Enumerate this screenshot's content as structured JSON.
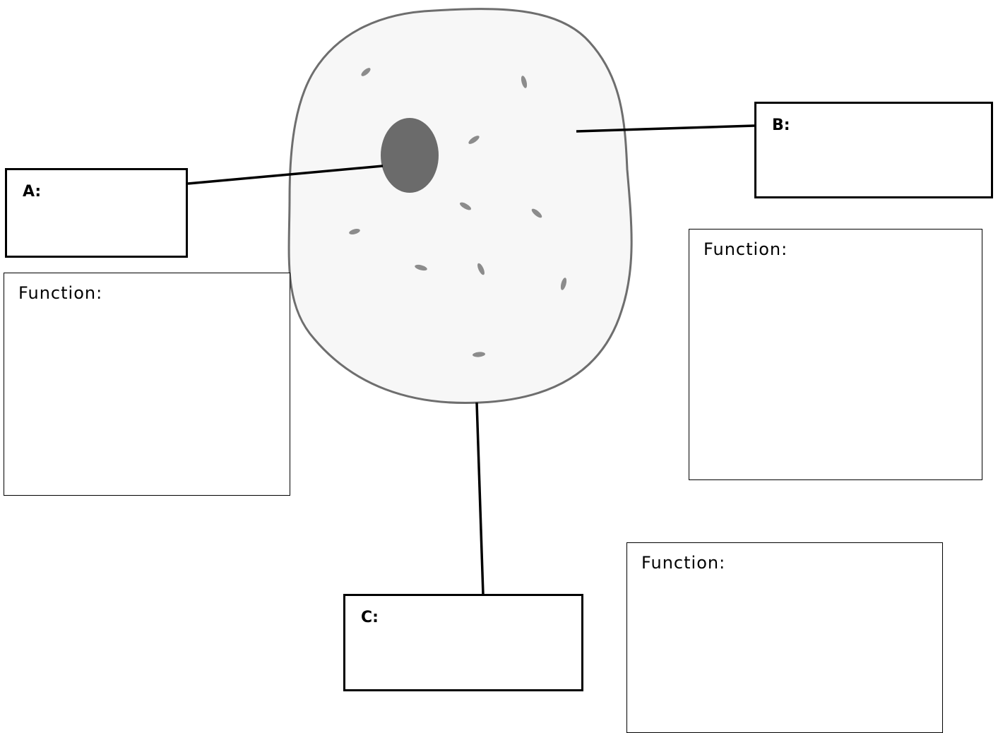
{
  "labels": {
    "a": "A:",
    "b": "B:",
    "c": "C:"
  },
  "function_boxes": {
    "a": "Function:",
    "b": "Function:",
    "c": "Function:"
  },
  "colors": {
    "cell_fill": "#f7f7f7",
    "cell_outline": "#6e6e6e",
    "nucleus": "#6b6b6b",
    "organelle": "#8c8c8c",
    "line": "#000000"
  }
}
